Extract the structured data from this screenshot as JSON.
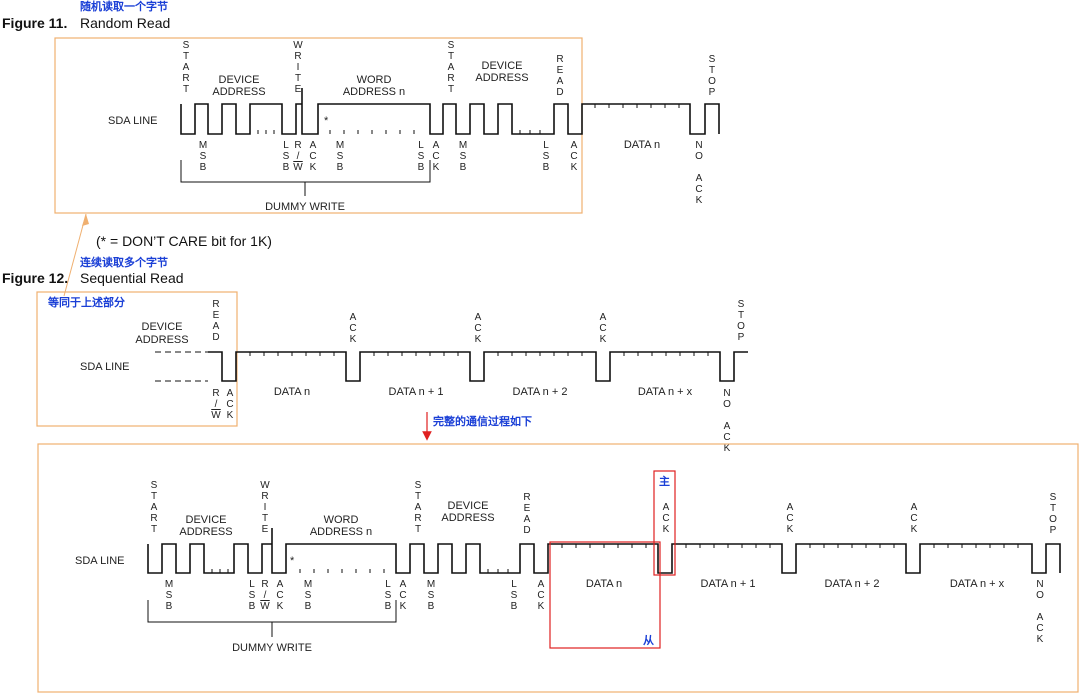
{
  "annotations": {
    "random_read_cn": "随机读取一个字节",
    "sequential_read_cn": "连续读取多个字节",
    "same_as_above_cn": "等同于上述部分",
    "full_process_cn": "完整的通信过程如下",
    "master_cn": "主",
    "slave_cn": "从"
  },
  "figure11": {
    "number": "Figure 11.",
    "title": "Random Read",
    "sda": "SDA LINE",
    "start": "START",
    "device_address": [
      "DEVICE",
      "ADDRESS"
    ],
    "write": "WRITE",
    "word_address": [
      "WORD",
      "ADDRESS n"
    ],
    "read": "READ",
    "stop": "STOP",
    "star": "*",
    "msb": "MSB",
    "lsb": "LSB",
    "r": "R",
    "slash": "/",
    "w": "W",
    "ack": "ACK",
    "data_n": "DATA n",
    "no": "NO",
    "dummy_write": "DUMMY WRITE"
  },
  "note": "(* = DON’T CARE bit for 1K)",
  "figure12": {
    "number": "Figure 12.",
    "title": "Sequential Read",
    "device_address": [
      "DEVICE",
      "ADDRESS"
    ],
    "sda": "SDA LINE",
    "read": "READ",
    "ack": "ACK",
    "stop": "STOP",
    "no": "NO",
    "r": "R",
    "slash": "/",
    "w": "W",
    "data_labels": [
      "DATA n",
      "DATA n + 1",
      "DATA n + 2",
      "DATA n + x"
    ]
  },
  "full": {
    "sda": "SDA LINE",
    "start": "START",
    "device_address": [
      "DEVICE",
      "ADDRESS"
    ],
    "write": "WRITE",
    "word_address": [
      "WORD",
      "ADDRESS n"
    ],
    "read": "READ",
    "stop": "STOP",
    "star": "*",
    "msb": "MSB",
    "lsb": "LSB",
    "r": "R",
    "slash": "/",
    "w": "W",
    "ack": "ACK",
    "no": "NO",
    "dummy_write": "DUMMY WRITE",
    "data_labels": [
      "DATA n",
      "DATA n + 1",
      "DATA n + 2",
      "DATA n + x"
    ]
  },
  "colors": {
    "box_orange": "#f0b070",
    "highlight_red": "#e02020",
    "annotation_blue": "#1a3fd6"
  }
}
